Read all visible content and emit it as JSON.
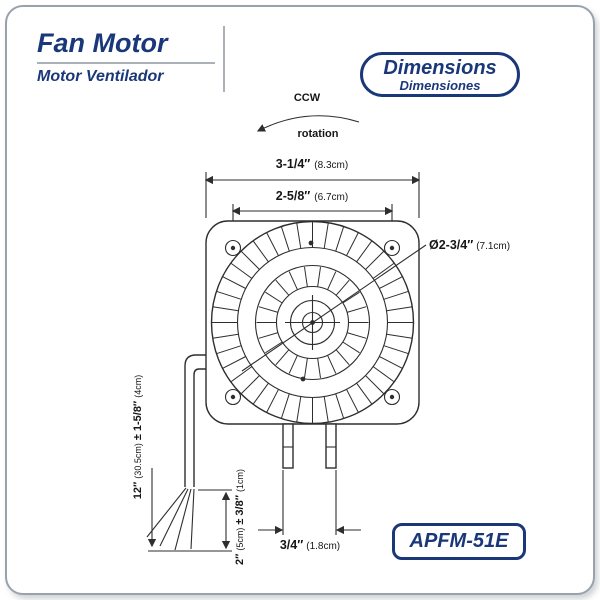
{
  "colors": {
    "navy": "#1a3779",
    "line": "#2e2e2e",
    "frame_gray": "#99a1aa"
  },
  "header": {
    "title": "Fan Motor",
    "subtitle": "Motor Ventilador"
  },
  "dimensions_badge": {
    "line1": "Dimensions",
    "line2": "Dimensiones"
  },
  "model_badge": "APFM-51E",
  "diagram": {
    "rotation_label": {
      "line1": "CCW",
      "line2": "rotation"
    },
    "dim_overall_width": {
      "inches": "3-1/4″",
      "metric": "(8.3cm)"
    },
    "dim_hole_spacing": {
      "inches": "2-5/8″",
      "metric": "(6.7cm)"
    },
    "dim_body_diameter": {
      "inches": "Ø2-3/4″",
      "metric": "(7.1cm)"
    },
    "dim_shaft_spacing": {
      "inches": "3/4″",
      "metric": "(1.8cm)"
    },
    "dim_lead_length": {
      "inches": "12″",
      "metric": "(30.5cm)",
      "plus_minus": "±",
      "tol_inches": "1-5/8″",
      "tol_metric": "(4cm)"
    },
    "dim_strip_length": {
      "inches": "2″",
      "metric": "(5cm)",
      "plus_minus": "±",
      "tol_inches": "3/8″",
      "tol_metric": "(1cm)"
    }
  }
}
